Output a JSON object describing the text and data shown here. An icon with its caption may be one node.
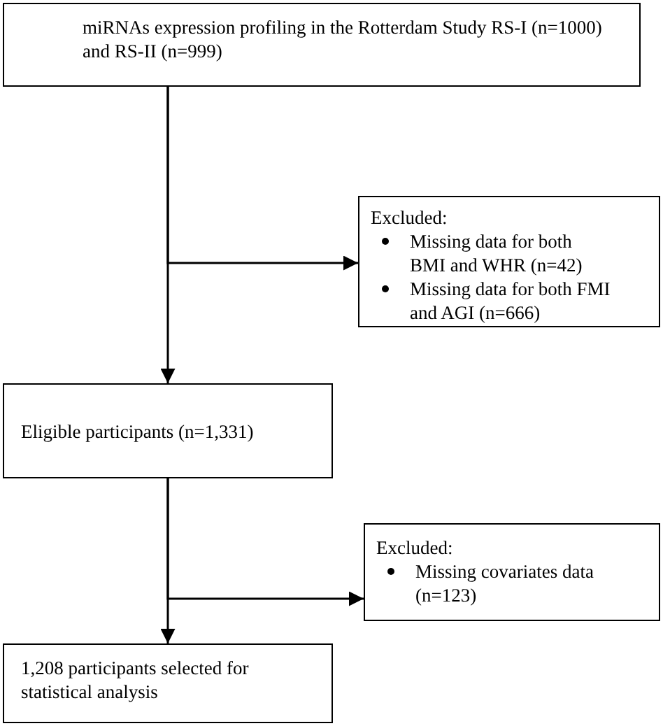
{
  "diagram": {
    "nodes": [
      {
        "text": [
          "miRNAs expression profiling in the Rotterdam Study RS-I (n=1000) and RS-II (n=999)"
        ]
      },
      {
        "text": [
          "Excluded:",
          "Missing data for both BMI and WHR (n=42)",
          "Missing data for both FMI and AGI (n=666)"
        ]
      },
      {
        "text": [
          "Eligible participants (n=1,331)"
        ]
      },
      {
        "text": [
          "Excluded:",
          "Missing covariates data (n=123)"
        ]
      },
      {
        "text": [
          "1,208 participants selected for statistical analysis"
        ]
      }
    ],
    "edges": [
      {
        "from": 0,
        "to": 2,
        "arrow": "to"
      },
      {
        "from": 0,
        "to": 1,
        "arrow": "to"
      },
      {
        "from": 2,
        "to": 4,
        "arrow": "to"
      },
      {
        "from": 2,
        "to": 3,
        "arrow": "to"
      }
    ]
  }
}
